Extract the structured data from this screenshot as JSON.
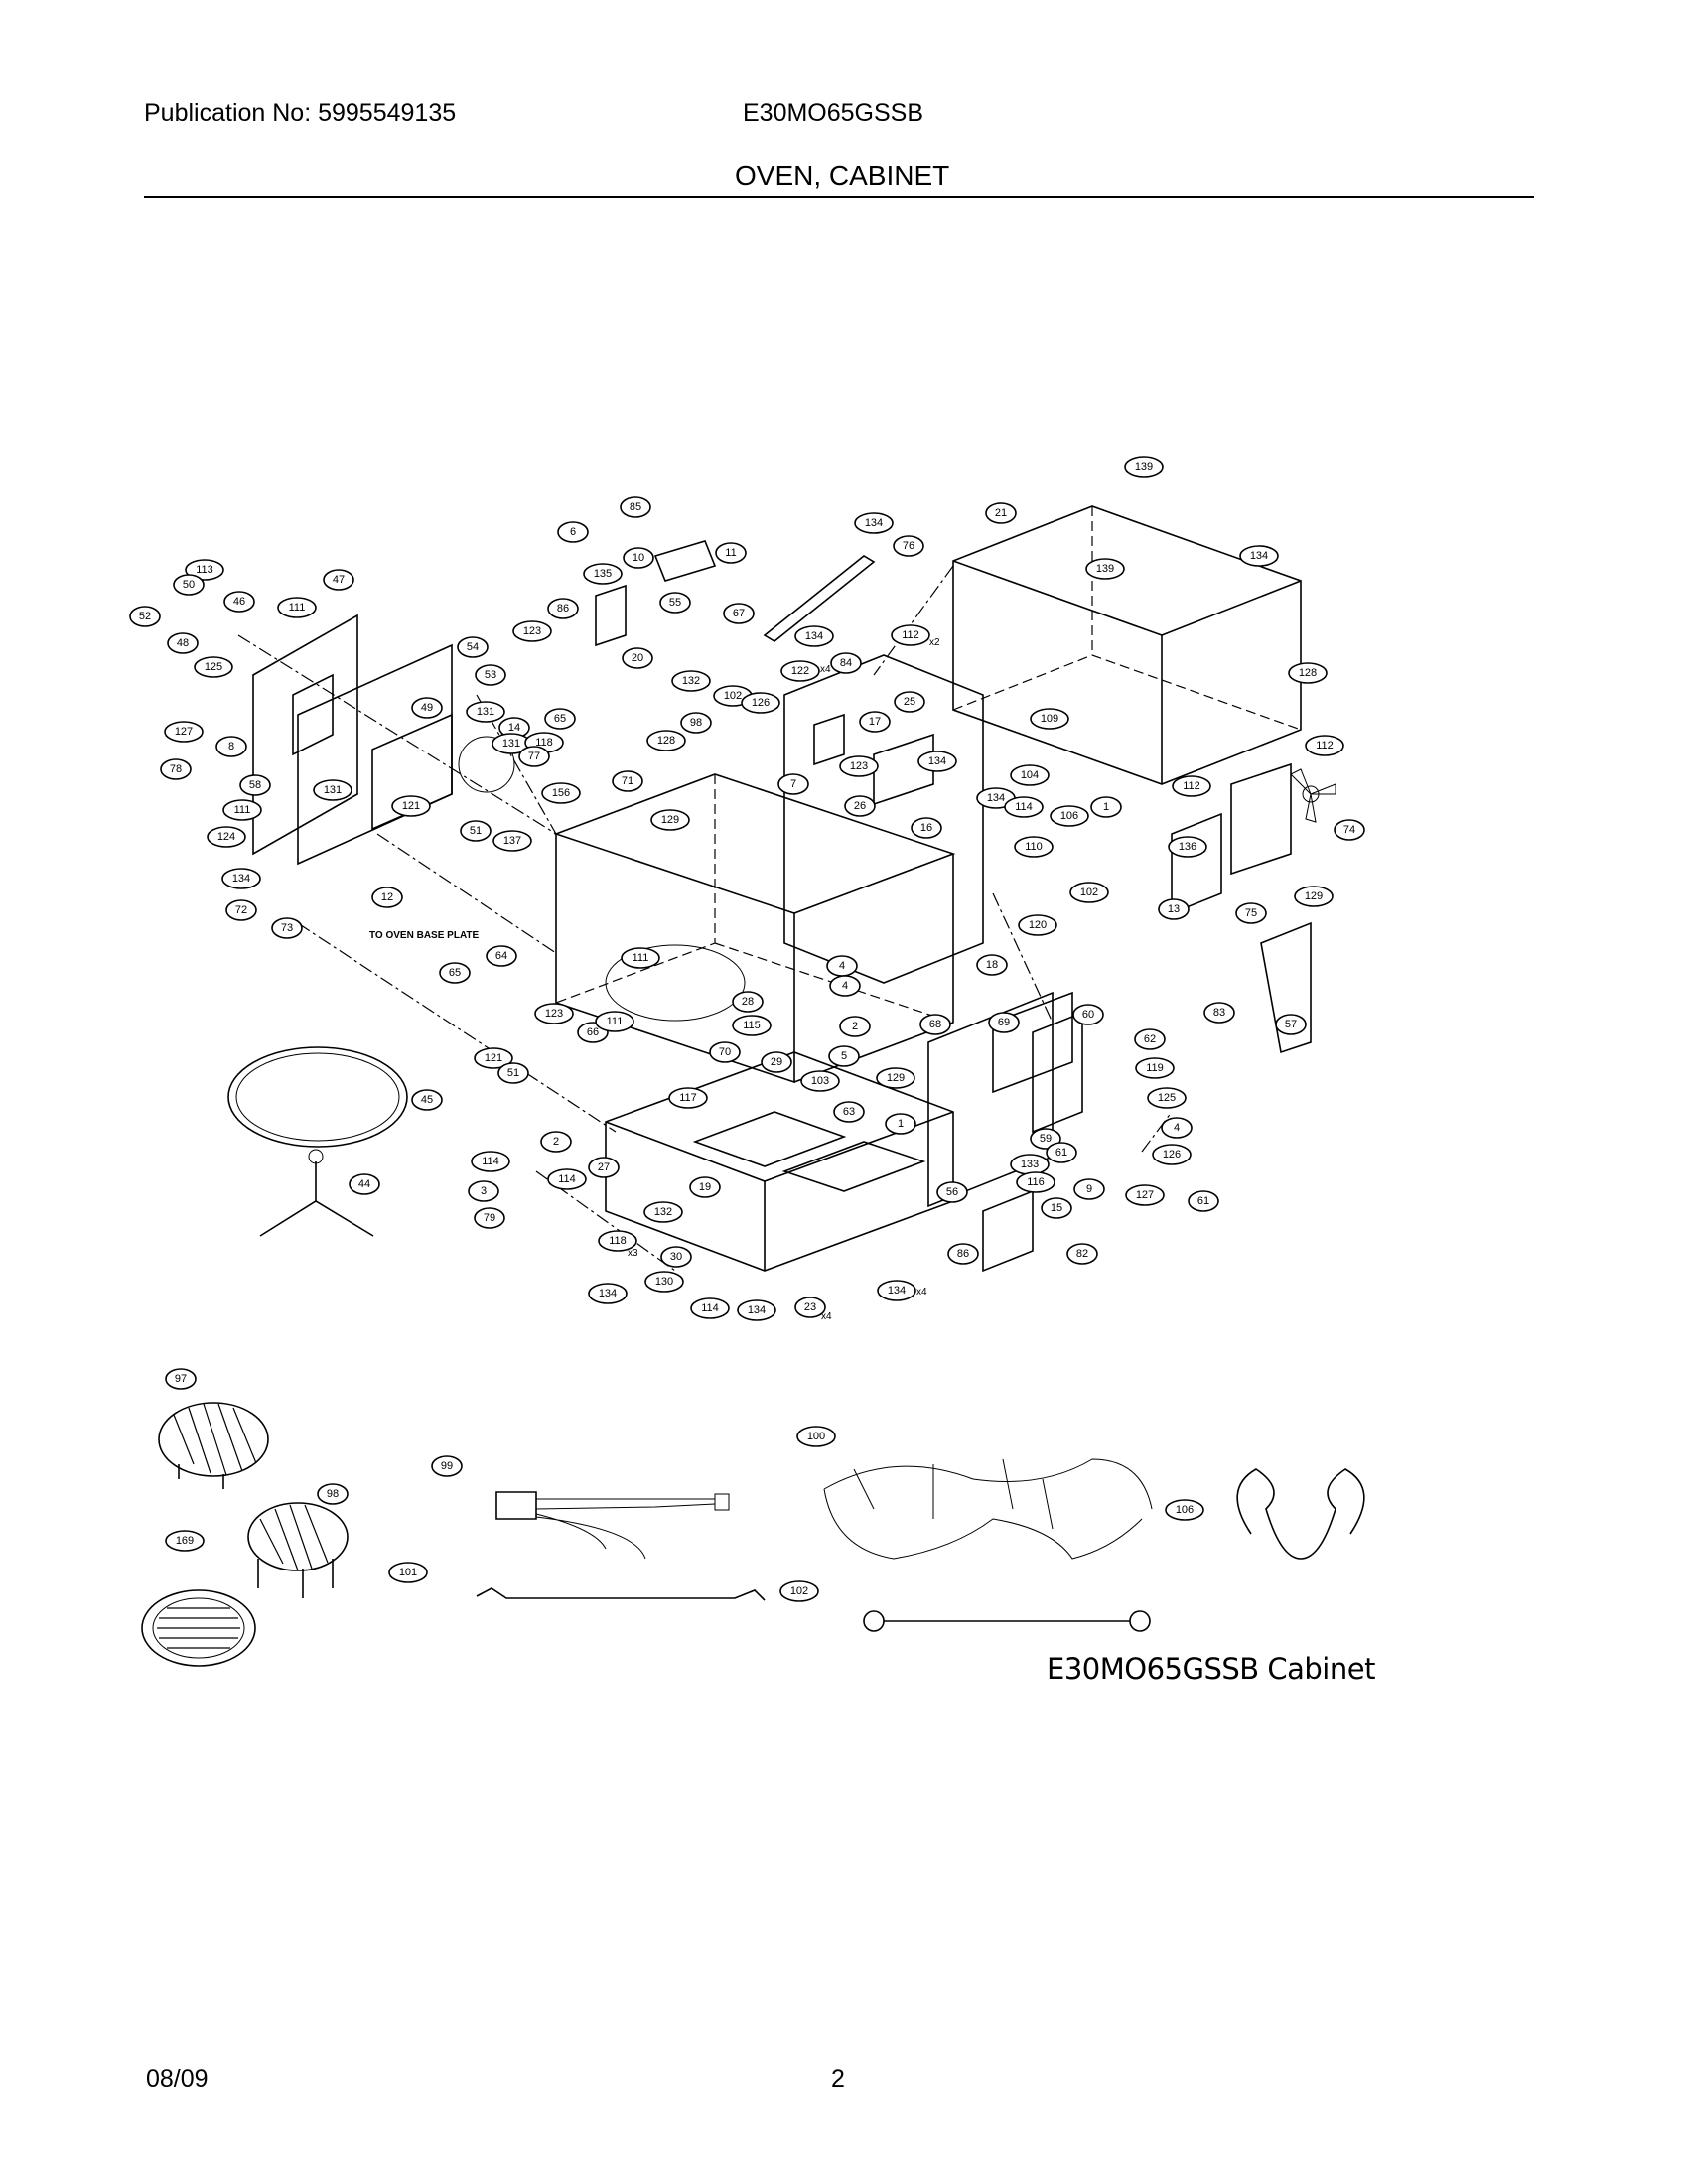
{
  "header": {
    "publication": "Publication No: 5995549135",
    "model": "E30MO65GSSB",
    "section_title": "OVEN, CABINET"
  },
  "diagram": {
    "caption": "E30MO65GSSB Cabinet",
    "note": "TO OVEN BASE PLATE",
    "callouts": [
      {
        "id": "c139a",
        "label": "139"
      },
      {
        "id": "c21",
        "label": "21"
      },
      {
        "id": "c134a",
        "label": "134"
      },
      {
        "id": "c76",
        "label": "76"
      },
      {
        "id": "c6",
        "label": "6"
      },
      {
        "id": "c85",
        "label": "85"
      },
      {
        "id": "c10",
        "label": "10"
      },
      {
        "id": "c11",
        "label": "11"
      },
      {
        "id": "c134b",
        "label": "134"
      },
      {
        "id": "c139b",
        "label": "139"
      },
      {
        "id": "c113",
        "label": "113"
      },
      {
        "id": "c50",
        "label": "50"
      },
      {
        "id": "c46",
        "label": "46"
      },
      {
        "id": "c52",
        "label": "52"
      },
      {
        "id": "c48",
        "label": "48"
      },
      {
        "id": "c125a",
        "label": "125"
      },
      {
        "id": "c111a",
        "label": "111"
      },
      {
        "id": "c47",
        "label": "47"
      },
      {
        "id": "c135",
        "label": "135"
      },
      {
        "id": "c86",
        "label": "86"
      },
      {
        "id": "c55",
        "label": "55"
      },
      {
        "id": "c67",
        "label": "67"
      },
      {
        "id": "c134c",
        "label": "134"
      },
      {
        "id": "c112a",
        "label": "112"
      },
      {
        "id": "c123a",
        "label": "123"
      },
      {
        "id": "c20",
        "label": "20"
      },
      {
        "id": "c54",
        "label": "54"
      },
      {
        "id": "c53",
        "label": "53"
      },
      {
        "id": "c132a",
        "label": "132"
      },
      {
        "id": "c122",
        "label": "122"
      },
      {
        "id": "c84",
        "label": "84"
      },
      {
        "id": "c128a",
        "label": "128"
      },
      {
        "id": "c102a",
        "label": "102"
      },
      {
        "id": "c126a",
        "label": "126"
      },
      {
        "id": "c131a",
        "label": "131"
      },
      {
        "id": "c14",
        "label": "14"
      },
      {
        "id": "c65",
        "label": "65"
      },
      {
        "id": "c98",
        "label": "98"
      },
      {
        "id": "c25",
        "label": "25"
      },
      {
        "id": "c109",
        "label": "109"
      },
      {
        "id": "c127a",
        "label": "127"
      },
      {
        "id": "c8",
        "label": "8"
      },
      {
        "id": "c128b",
        "label": "128"
      },
      {
        "id": "c17",
        "label": "17"
      },
      {
        "id": "c49",
        "label": "49"
      },
      {
        "id": "c131b",
        "label": "131"
      },
      {
        "id": "c118",
        "label": "118"
      },
      {
        "id": "c77",
        "label": "77"
      },
      {
        "id": "c123b",
        "label": "123"
      },
      {
        "id": "c134d",
        "label": "134"
      },
      {
        "id": "c104",
        "label": "104"
      },
      {
        "id": "c112b",
        "label": "112"
      },
      {
        "id": "c78",
        "label": "78"
      },
      {
        "id": "c58",
        "label": "58"
      },
      {
        "id": "c71",
        "label": "71"
      },
      {
        "id": "c7",
        "label": "7"
      },
      {
        "id": "c26",
        "label": "26"
      },
      {
        "id": "c134e",
        "label": "134"
      },
      {
        "id": "c114a",
        "label": "114"
      },
      {
        "id": "c106a",
        "label": "106"
      },
      {
        "id": "c1a",
        "label": "1"
      },
      {
        "id": "c112c",
        "label": "112"
      },
      {
        "id": "c74",
        "label": "74"
      },
      {
        "id": "c131c",
        "label": "131"
      },
      {
        "id": "c156",
        "label": "156"
      },
      {
        "id": "c111b",
        "label": "111"
      },
      {
        "id": "c121a",
        "label": "121"
      },
      {
        "id": "c51a",
        "label": "51"
      },
      {
        "id": "c137",
        "label": "137"
      },
      {
        "id": "c124",
        "label": "124"
      },
      {
        "id": "c129a",
        "label": "129"
      },
      {
        "id": "c16",
        "label": "16"
      },
      {
        "id": "c110",
        "label": "110"
      },
      {
        "id": "c136",
        "label": "136"
      },
      {
        "id": "c134f",
        "label": "134"
      },
      {
        "id": "c102b",
        "label": "102"
      },
      {
        "id": "c120",
        "label": "120"
      },
      {
        "id": "c13",
        "label": "13"
      },
      {
        "id": "c75",
        "label": "75"
      },
      {
        "id": "c129b",
        "label": "129"
      },
      {
        "id": "c72",
        "label": "72"
      },
      {
        "id": "c73",
        "label": "73"
      },
      {
        "id": "c12",
        "label": "12"
      },
      {
        "id": "c64",
        "label": "64"
      },
      {
        "id": "c18",
        "label": "18"
      },
      {
        "id": "c65b",
        "label": "65"
      },
      {
        "id": "c111c",
        "label": "111"
      },
      {
        "id": "c4a",
        "label": "4"
      },
      {
        "id": "c4b",
        "label": "4"
      },
      {
        "id": "c83",
        "label": "83"
      },
      {
        "id": "c57",
        "label": "57"
      },
      {
        "id": "c68",
        "label": "68"
      },
      {
        "id": "c69",
        "label": "69"
      },
      {
        "id": "c28",
        "label": "28"
      },
      {
        "id": "c115",
        "label": "115"
      },
      {
        "id": "c2a",
        "label": "2"
      },
      {
        "id": "c123c",
        "label": "123"
      },
      {
        "id": "c66",
        "label": "66"
      },
      {
        "id": "c111d",
        "label": "111"
      },
      {
        "id": "c60",
        "label": "60"
      },
      {
        "id": "c62",
        "label": "62"
      },
      {
        "id": "c121b",
        "label": "121"
      },
      {
        "id": "c51b",
        "label": "51"
      },
      {
        "id": "c70",
        "label": "70"
      },
      {
        "id": "c29",
        "label": "29"
      },
      {
        "id": "c5b",
        "label": "5"
      },
      {
        "id": "c119",
        "label": "119"
      },
      {
        "id": "c45",
        "label": "45"
      },
      {
        "id": "c129c",
        "label": "129"
      },
      {
        "id": "c125b",
        "label": "125"
      },
      {
        "id": "c103",
        "label": "103"
      },
      {
        "id": "c117",
        "label": "117"
      },
      {
        "id": "c63",
        "label": "63"
      },
      {
        "id": "c1b",
        "label": "1"
      },
      {
        "id": "c4c",
        "label": "4"
      },
      {
        "id": "c2b",
        "label": "2"
      },
      {
        "id": "c59",
        "label": "59"
      },
      {
        "id": "c61a",
        "label": "61"
      },
      {
        "id": "c126b",
        "label": "126"
      },
      {
        "id": "c114b",
        "label": "114"
      },
      {
        "id": "c27",
        "label": "27"
      },
      {
        "id": "c114c",
        "label": "114"
      },
      {
        "id": "c19",
        "label": "19"
      },
      {
        "id": "c133",
        "label": "133"
      },
      {
        "id": "c116",
        "label": "116"
      },
      {
        "id": "c9",
        "label": "9"
      },
      {
        "id": "c127b",
        "label": "127"
      },
      {
        "id": "c61b",
        "label": "61"
      },
      {
        "id": "c44",
        "label": "44"
      },
      {
        "id": "c3",
        "label": "3"
      },
      {
        "id": "c79",
        "label": "79"
      },
      {
        "id": "c132b",
        "label": "132"
      },
      {
        "id": "c56",
        "label": "56"
      },
      {
        "id": "c15",
        "label": "15"
      },
      {
        "id": "c118b",
        "label": "118"
      },
      {
        "id": "c30",
        "label": "30"
      },
      {
        "id": "c86b",
        "label": "86"
      },
      {
        "id": "c82",
        "label": "82"
      },
      {
        "id": "c134g",
        "label": "134"
      },
      {
        "id": "c130",
        "label": "130"
      },
      {
        "id": "c114d",
        "label": "114"
      },
      {
        "id": "c134h",
        "label": "134"
      },
      {
        "id": "c23",
        "label": "23"
      },
      {
        "id": "c134i",
        "label": "134"
      },
      {
        "id": "c97",
        "label": "97"
      },
      {
        "id": "c98b",
        "label": "98"
      },
      {
        "id": "c99",
        "label": "99"
      },
      {
        "id": "c100",
        "label": "100"
      },
      {
        "id": "c106b",
        "label": "106"
      },
      {
        "id": "c169",
        "label": "169"
      },
      {
        "id": "c101",
        "label": "101"
      },
      {
        "id": "c102c",
        "label": "102"
      }
    ],
    "qty_marks": [
      {
        "id": "q1",
        "label": "x2"
      },
      {
        "id": "q2",
        "label": "x4"
      },
      {
        "id": "q3",
        "label": "x3"
      },
      {
        "id": "q4",
        "label": "x4"
      },
      {
        "id": "q5",
        "label": "x4"
      }
    ]
  },
  "footer": {
    "date": "08/09",
    "page": "2"
  }
}
